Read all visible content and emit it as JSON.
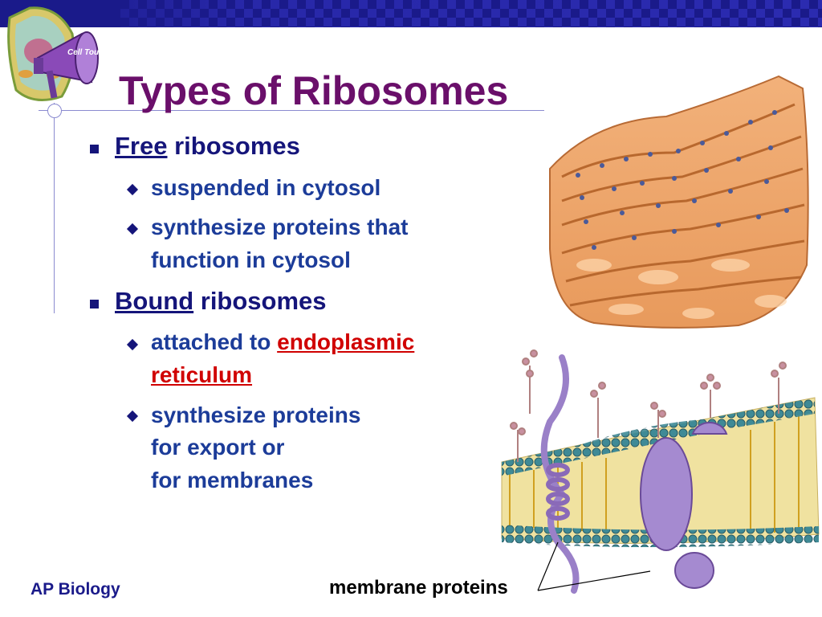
{
  "slide": {
    "title": "Types of Ribosomes",
    "footer": "AP Biology",
    "logo_text": "Cell Tours",
    "caption": "membrane proteins"
  },
  "bullets": [
    {
      "keyword": "Free",
      "rest": " ribosomes",
      "subs": [
        {
          "lines": [
            "suspended in cytosol"
          ]
        },
        {
          "lines": [
            "synthesize proteins that",
            "function in cytosol"
          ]
        }
      ]
    },
    {
      "keyword": "Bound",
      "rest": " ribosomes",
      "subs": [
        {
          "prefix": "attached to ",
          "highlight": [
            "endoplasmic",
            "reticulum"
          ]
        },
        {
          "lines": [
            "synthesize proteins",
            "for export or",
            "for membranes"
          ]
        }
      ]
    }
  ],
  "colors": {
    "title": "#6a0f6a",
    "bullet_text": "#15157a",
    "sub_text": "#1c3c99",
    "highlight": "#d00000",
    "topbar": "#1a1a8a"
  },
  "icons": [
    "megaphone-icon",
    "cell-icon",
    "square-bullet-icon",
    "diamond-bullet-icon"
  ]
}
